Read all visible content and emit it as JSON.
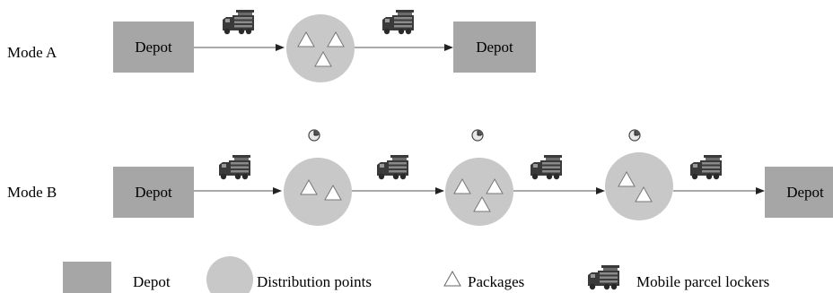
{
  "modes": {
    "a_label": "Mode A",
    "b_label": "Mode B"
  },
  "depot_label": "Depot",
  "legend": {
    "depot": "Depot",
    "distribution_points": "Distribution points",
    "packages": "Packages",
    "mobile_lockers": "Mobile parcel lockers"
  },
  "colors": {
    "depot_fill": "#a6a6a6",
    "point_fill": "#c8c8c8",
    "truck_fill": "#404040",
    "arrow": "#555555"
  },
  "icons": [
    "truck-icon",
    "clock-icon",
    "package-triangle-icon"
  ]
}
